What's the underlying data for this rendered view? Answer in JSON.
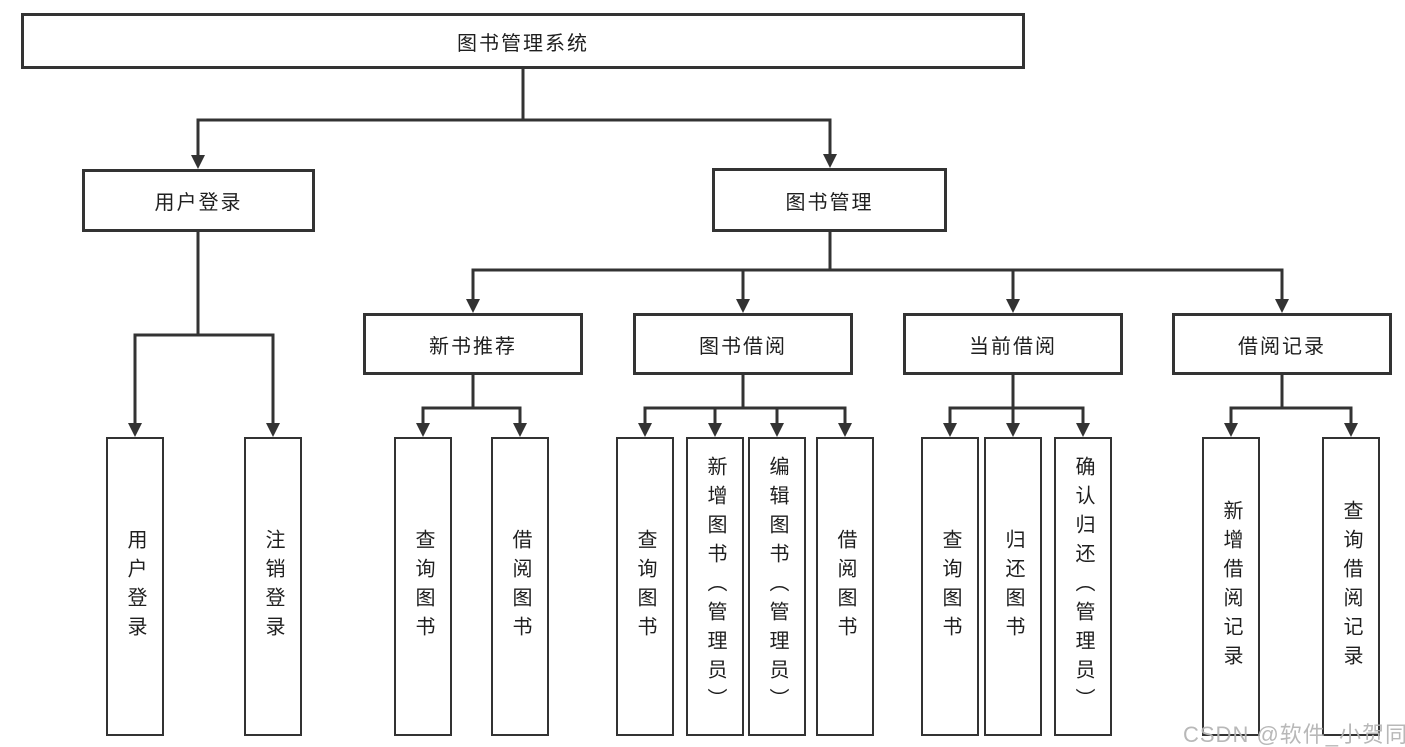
{
  "tree": {
    "label": "图书管理系统",
    "children": [
      {
        "label": "用户登录",
        "children": [
          {
            "label": "用户登录"
          },
          {
            "label": "注销登录"
          }
        ]
      },
      {
        "label": "图书管理",
        "children": [
          {
            "label": "新书推荐",
            "children": [
              {
                "label": "查询图书"
              },
              {
                "label": "借阅图书"
              }
            ]
          },
          {
            "label": "图书借阅",
            "children": [
              {
                "label": "查询图书"
              },
              {
                "label": "新增图书（管理员）"
              },
              {
                "label": "编辑图书（管理员）"
              },
              {
                "label": "借阅图书"
              }
            ]
          },
          {
            "label": "当前借阅",
            "children": [
              {
                "label": "查询图书"
              },
              {
                "label": "归还图书"
              },
              {
                "label": "确认归还（管理员）"
              }
            ]
          },
          {
            "label": "借阅记录",
            "children": [
              {
                "label": "新增借阅记录"
              },
              {
                "label": "查询借阅记录"
              }
            ]
          }
        ]
      }
    ]
  },
  "watermark": {
    "text": "CSDN @软件_小贺同学"
  },
  "colors": {
    "line": "#333333",
    "box_border": "#333333",
    "text": "#1f1f1f",
    "watermark": "#b5b5b5",
    "background": "#ffffff"
  }
}
